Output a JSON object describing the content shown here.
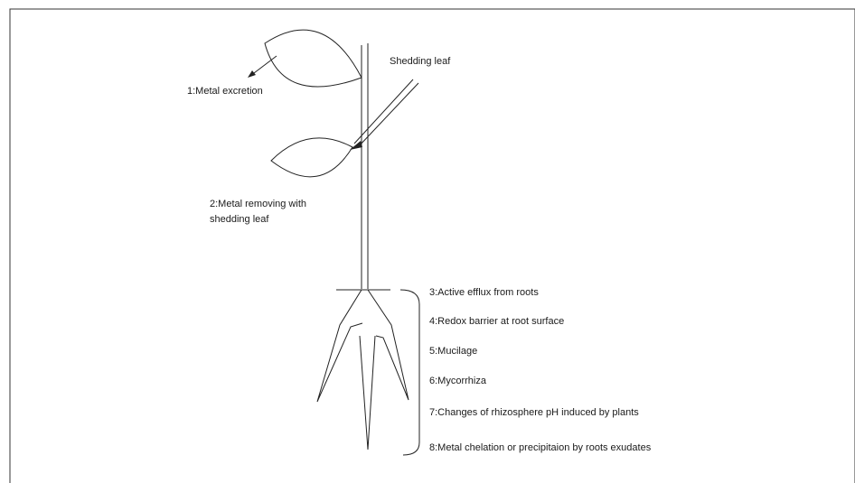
{
  "labels": {
    "metal_excretion": "1:Metal excretion",
    "shedding_leaf": "Shedding leaf",
    "metal_removing_line1": "2:Metal removing with",
    "metal_removing_line2": "shedding leaf"
  },
  "mechanisms": [
    "3:Active efflux from  roots",
    "4:Redox barrier at root surface",
    "5:Mucilage",
    "6:Mycorrhiza",
    "7:Changes of rhizosphere pH induced by plants",
    "8:Metal chelation or precipitaion by roots exudates"
  ]
}
